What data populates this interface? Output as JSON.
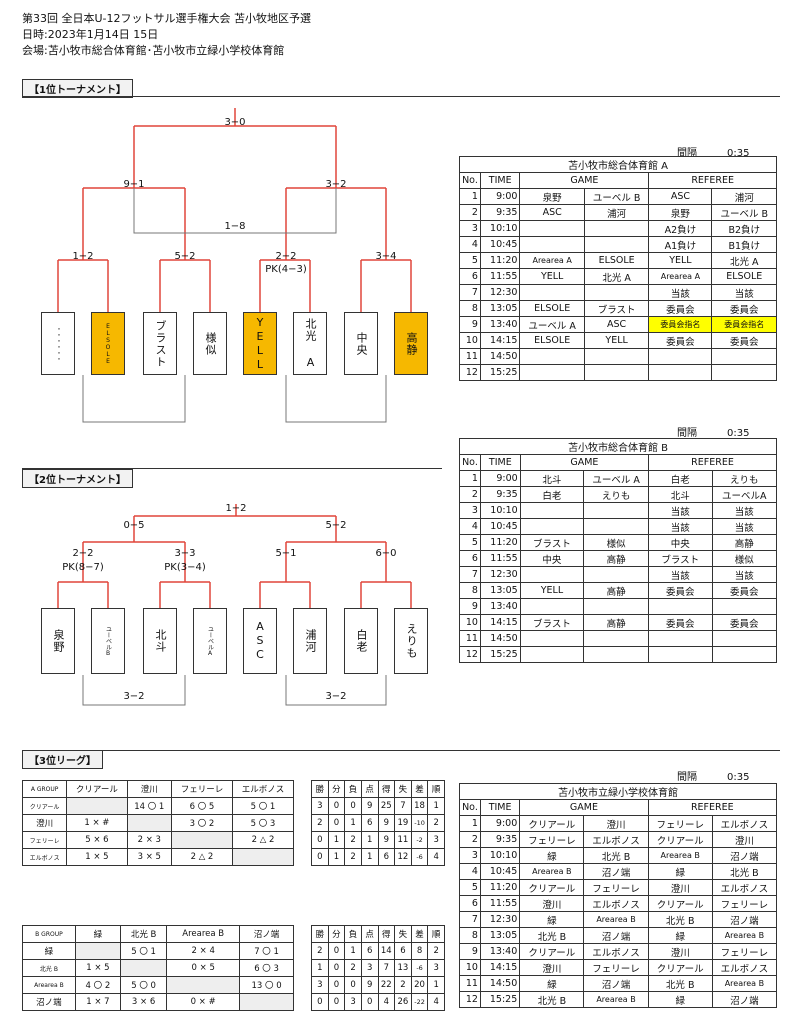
{
  "header": {
    "line1": "第33回 全日本U-12フットサル選手権大会 苫小牧地区予選",
    "line2": "日時:2023年1月14日 15日",
    "line3": "会場:苫小牧市総合体育館･苫小牧市立緑小学校体育館"
  },
  "t1": {
    "title": "【1位トーナメント】",
    "final": "3−0",
    "semi_left": "9−1",
    "semi_right": "3−2",
    "third": "1−8",
    "r1": [
      "1−2",
      "5−2",
      "2−2",
      "3−4"
    ],
    "r1_pk": "PK(4−3)",
    "teams": [
      "・・・・・・",
      "ELSOLE",
      "ブラスト",
      "様似",
      "YELL",
      "北光 A",
      "中央",
      "高静"
    ]
  },
  "t2": {
    "title": "【2位トーナメント】",
    "final": "1−2",
    "semi_left": "0−5",
    "semi_right": "5−2",
    "r1": [
      "2−2",
      "3−3",
      "5−1",
      "6−0"
    ],
    "r1_pk": [
      "PK(8−7)",
      "PK(3−4)"
    ],
    "bottom": [
      "3−2",
      "3−2"
    ],
    "teams": [
      "泉野",
      "ユーベルB",
      "北斗",
      "ユーベルA",
      "ASC",
      "浦河",
      "白老",
      "えりも"
    ]
  },
  "league": {
    "title": "【3位リーグ】",
    "groupA": {
      "head": [
        "A GROUP",
        "クリアール",
        "澄川",
        "フェリーレ",
        "エルボノス"
      ],
      "rows": [
        [
          "クリアール",
          "",
          "14 〇 1",
          "6 〇 5",
          "5 〇 1"
        ],
        [
          "澄川",
          "1 × #",
          "",
          "3 〇 2",
          "5 〇 3"
        ],
        [
          "フェリーレ",
          "5 × 6",
          "2 × 3",
          "",
          "2 △ 2"
        ],
        [
          "エルボノス",
          "1 × 5",
          "3 × 5",
          "2 △ 2",
          ""
        ]
      ]
    },
    "groupB": {
      "head": [
        "B GROUP",
        "緑",
        "北光 B",
        "Arearea B",
        "沼ノ端"
      ],
      "rows": [
        [
          "緑",
          "",
          "5 〇 1",
          "2 × 4",
          "7 〇 1"
        ],
        [
          "北光 B",
          "1 × 5",
          "",
          "0 × 5",
          "6 〇 3"
        ],
        [
          "Arearea B",
          "4 〇 2",
          "5 〇 0",
          "",
          "13 〇 0"
        ],
        [
          "沼ノ端",
          "1 × 7",
          "3 × 6",
          "0 × #",
          ""
        ]
      ]
    },
    "standA": {
      "head": [
        "勝",
        "分",
        "負",
        "点",
        "得",
        "失",
        "差",
        "順"
      ],
      "rows": [
        [
          "3",
          "0",
          "0",
          "9",
          "25",
          "7",
          "18",
          "1"
        ],
        [
          "2",
          "0",
          "1",
          "6",
          "9",
          "19",
          "-10",
          "2"
        ],
        [
          "0",
          "1",
          "2",
          "1",
          "9",
          "11",
          "-2",
          "3"
        ],
        [
          "0",
          "1",
          "2",
          "1",
          "6",
          "12",
          "-6",
          "4"
        ]
      ]
    },
    "standB": {
      "head": [
        "勝",
        "分",
        "負",
        "点",
        "得",
        "失",
        "差",
        "順"
      ],
      "rows": [
        [
          "2",
          "0",
          "1",
          "6",
          "14",
          "6",
          "8",
          "2"
        ],
        [
          "1",
          "0",
          "2",
          "3",
          "7",
          "13",
          "-6",
          "3"
        ],
        [
          "3",
          "0",
          "0",
          "9",
          "22",
          "2",
          "20",
          "1"
        ],
        [
          "0",
          "0",
          "3",
          "0",
          "4",
          "26",
          "-22",
          "4"
        ]
      ]
    }
  },
  "schedA": {
    "interval": "間隔　　　0:35",
    "venue": "苫小牧市総合体育館 A",
    "cols": [
      "No.",
      "TIME",
      "GAME",
      "REFEREE"
    ],
    "rows": [
      [
        "1",
        "9:00",
        "泉野",
        "ユーベル B",
        "ASC",
        "浦河"
      ],
      [
        "2",
        "9:35",
        "ASC",
        "浦河",
        "泉野",
        "ユーベル B"
      ],
      [
        "3",
        "10:10",
        "",
        "",
        "A2負け",
        "B2負け"
      ],
      [
        "4",
        "10:45",
        "",
        "",
        "A1負け",
        "B1負け"
      ],
      [
        "5",
        "11:20",
        "Arearea A",
        "ELSOLE",
        "YELL",
        "北光 A"
      ],
      [
        "6",
        "11:55",
        "YELL",
        "北光 A",
        "Arearea A",
        "ELSOLE"
      ],
      [
        "7",
        "12:30",
        "",
        "",
        "当該",
        "当該"
      ],
      [
        "8",
        "13:05",
        "ELSOLE",
        "ブラスト",
        "委員会",
        "委員会"
      ],
      [
        "9",
        "13:40",
        "ユーベル A",
        "ASC",
        "委員会指名",
        "委員会指名"
      ],
      [
        "10",
        "14:15",
        "ELSOLE",
        "YELL",
        "委員会",
        "委員会"
      ],
      [
        "11",
        "14:50",
        "",
        "",
        "",
        ""
      ],
      [
        "12",
        "15:25",
        "",
        "",
        "",
        ""
      ]
    ]
  },
  "schedB": {
    "interval": "間隔　　　0:35",
    "venue": "苫小牧市総合体育館 B",
    "cols": [
      "No.",
      "TIME",
      "GAME",
      "REFEREE"
    ],
    "rows": [
      [
        "1",
        "9:00",
        "北斗",
        "ユーベル A",
        "白老",
        "えりも"
      ],
      [
        "2",
        "9:35",
        "白老",
        "えりも",
        "北斗",
        "ユーベルA"
      ],
      [
        "3",
        "10:10",
        "",
        "",
        "当該",
        "当該"
      ],
      [
        "4",
        "10:45",
        "",
        "",
        "当該",
        "当該"
      ],
      [
        "5",
        "11:20",
        "ブラスト",
        "様似",
        "中央",
        "高静"
      ],
      [
        "6",
        "11:55",
        "中央",
        "高静",
        "ブラスト",
        "様似"
      ],
      [
        "7",
        "12:30",
        "",
        "",
        "当該",
        "当該"
      ],
      [
        "8",
        "13:05",
        "YELL",
        "高静",
        "委員会",
        "委員会"
      ],
      [
        "9",
        "13:40",
        "",
        "",
        "",
        ""
      ],
      [
        "10",
        "14:15",
        "ブラスト",
        "高静",
        "委員会",
        "委員会"
      ],
      [
        "11",
        "14:50",
        "",
        "",
        "",
        ""
      ],
      [
        "12",
        "15:25",
        "",
        "",
        "",
        ""
      ]
    ]
  },
  "schedC": {
    "interval": "間隔　　　0:35",
    "venue": "苫小牧市立緑小学校体育館",
    "cols": [
      "No.",
      "TIME",
      "GAME",
      "REFEREE"
    ],
    "rows": [
      [
        "1",
        "9:00",
        "クリアール",
        "澄川",
        "フェリーレ",
        "エルボノス"
      ],
      [
        "2",
        "9:35",
        "フェリーレ",
        "エルボノス",
        "クリアール",
        "澄川"
      ],
      [
        "3",
        "10:10",
        "緑",
        "北光 B",
        "Arearea B",
        "沼ノ端"
      ],
      [
        "4",
        "10:45",
        "Arearea B",
        "沼ノ端",
        "緑",
        "北光 B"
      ],
      [
        "5",
        "11:20",
        "クリアール",
        "フェリーレ",
        "澄川",
        "エルボノス"
      ],
      [
        "6",
        "11:55",
        "澄川",
        "エルボノス",
        "クリアール",
        "フェリーレ"
      ],
      [
        "7",
        "12:30",
        "緑",
        "Arearea B",
        "北光 B",
        "沼ノ端"
      ],
      [
        "8",
        "13:05",
        "北光 B",
        "沼ノ端",
        "緑",
        "Arearea B"
      ],
      [
        "9",
        "13:40",
        "クリアール",
        "エルボノス",
        "澄川",
        "フェリーレ"
      ],
      [
        "10",
        "14:15",
        "澄川",
        "フェリーレ",
        "クリアール",
        "エルボノス"
      ],
      [
        "11",
        "14:50",
        "緑",
        "沼ノ端",
        "北光 B",
        "Arearea B"
      ],
      [
        "12",
        "15:25",
        "北光 B",
        "Arearea B",
        "緑",
        "沼ノ端"
      ]
    ]
  },
  "colors": {
    "line": "#e0453a",
    "highlight": "#f6b800",
    "yellow": "#ffff00"
  }
}
